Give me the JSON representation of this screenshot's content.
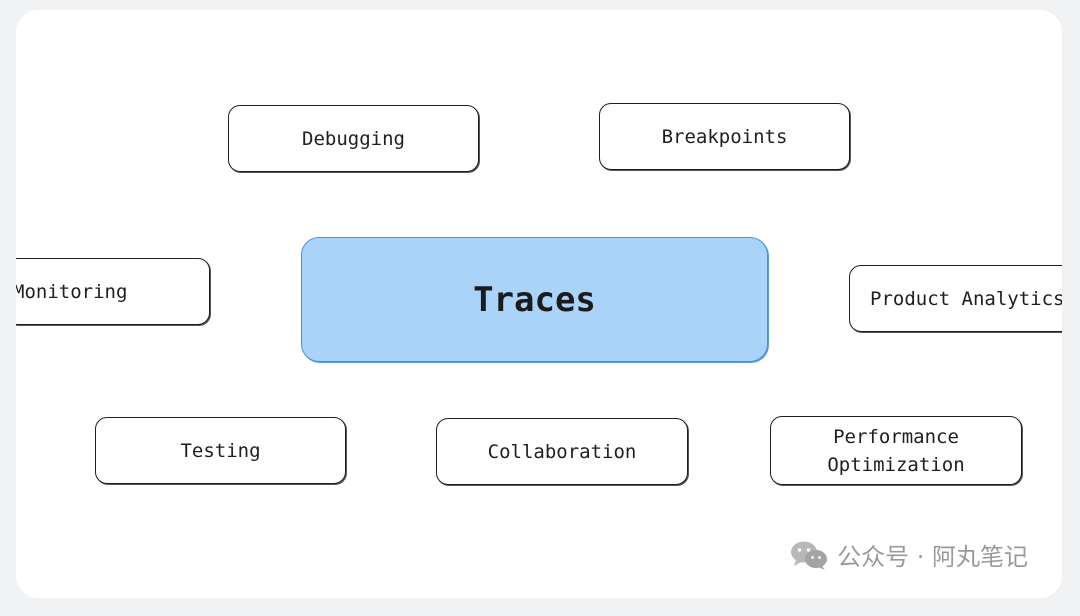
{
  "diagram": {
    "center": "Traces",
    "nodes": {
      "debugging": "Debugging",
      "breakpoints": "Breakpoints",
      "monitoring": "Monitoring",
      "product_analytics": "Product Analytics",
      "testing": "Testing",
      "collaboration": "Collaboration",
      "performance_optimization": [
        "Performance",
        "Optimization"
      ]
    }
  },
  "watermark": {
    "text": "公众号 · 阿丸笔记",
    "icon": "wechat-icon"
  }
}
